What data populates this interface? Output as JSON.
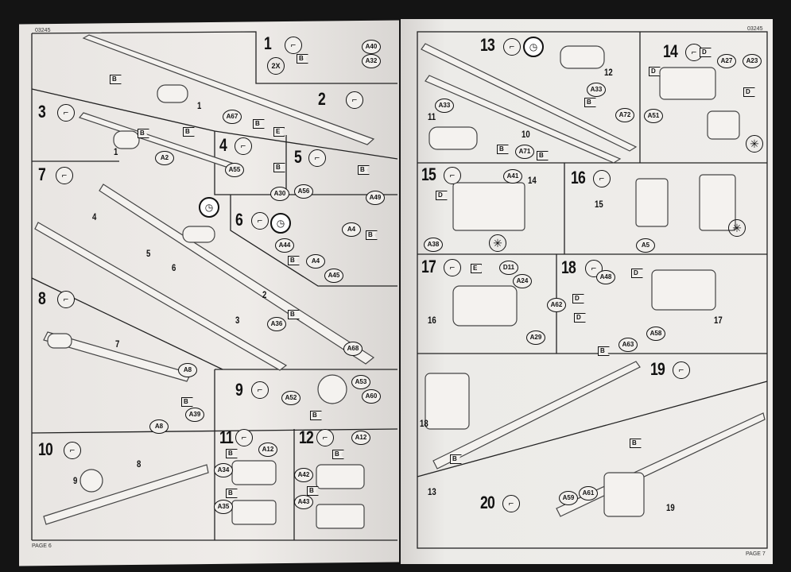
{
  "left_page": {
    "code": "03245",
    "footer": "PAGE 6",
    "steps": [
      "1",
      "2",
      "3",
      "4",
      "5",
      "6",
      "7",
      "8",
      "9",
      "10",
      "11",
      "12"
    ],
    "multiplier": "2X",
    "parts": [
      "A40",
      "A32",
      "A67",
      "A2",
      "A55",
      "A30",
      "A56",
      "A49",
      "A44",
      "A4",
      "A4",
      "A45",
      "A36",
      "A68",
      "A8",
      "A39",
      "A8",
      "A53",
      "A60",
      "A52",
      "A12",
      "A34",
      "A35",
      "A12",
      "A42",
      "A43"
    ],
    "subassemblies": [
      "1",
      "1",
      "2",
      "3",
      "4",
      "5",
      "6",
      "7",
      "8",
      "9"
    ],
    "flags": [
      "B",
      "B",
      "B",
      "B",
      "B",
      "E",
      "B",
      "B",
      "B",
      "B",
      "B",
      "B",
      "B",
      "B",
      "B",
      "B",
      "B"
    ]
  },
  "right_page": {
    "code": "03245",
    "footer": "PAGE 7",
    "steps": [
      "13",
      "14",
      "15",
      "16",
      "17",
      "18",
      "19",
      "20"
    ],
    "parts": [
      "A33",
      "A33",
      "A72",
      "A71",
      "A27",
      "A23",
      "A51",
      "A41",
      "A38",
      "A5",
      "D11",
      "A24",
      "A48",
      "A62",
      "A29",
      "A63",
      "A58",
      "A59",
      "A61"
    ],
    "subassemblies": [
      "12",
      "11",
      "10",
      "14",
      "15",
      "16",
      "17",
      "18",
      "13",
      "19"
    ],
    "flags": [
      "B",
      "B",
      "B",
      "D",
      "D",
      "D",
      "D",
      "E",
      "D",
      "D",
      "D",
      "B",
      "B",
      "B"
    ]
  },
  "icons": {
    "glue": "glue-tube-icon",
    "paint": "paint-clock-icon",
    "optional": "asterisk-icon"
  }
}
